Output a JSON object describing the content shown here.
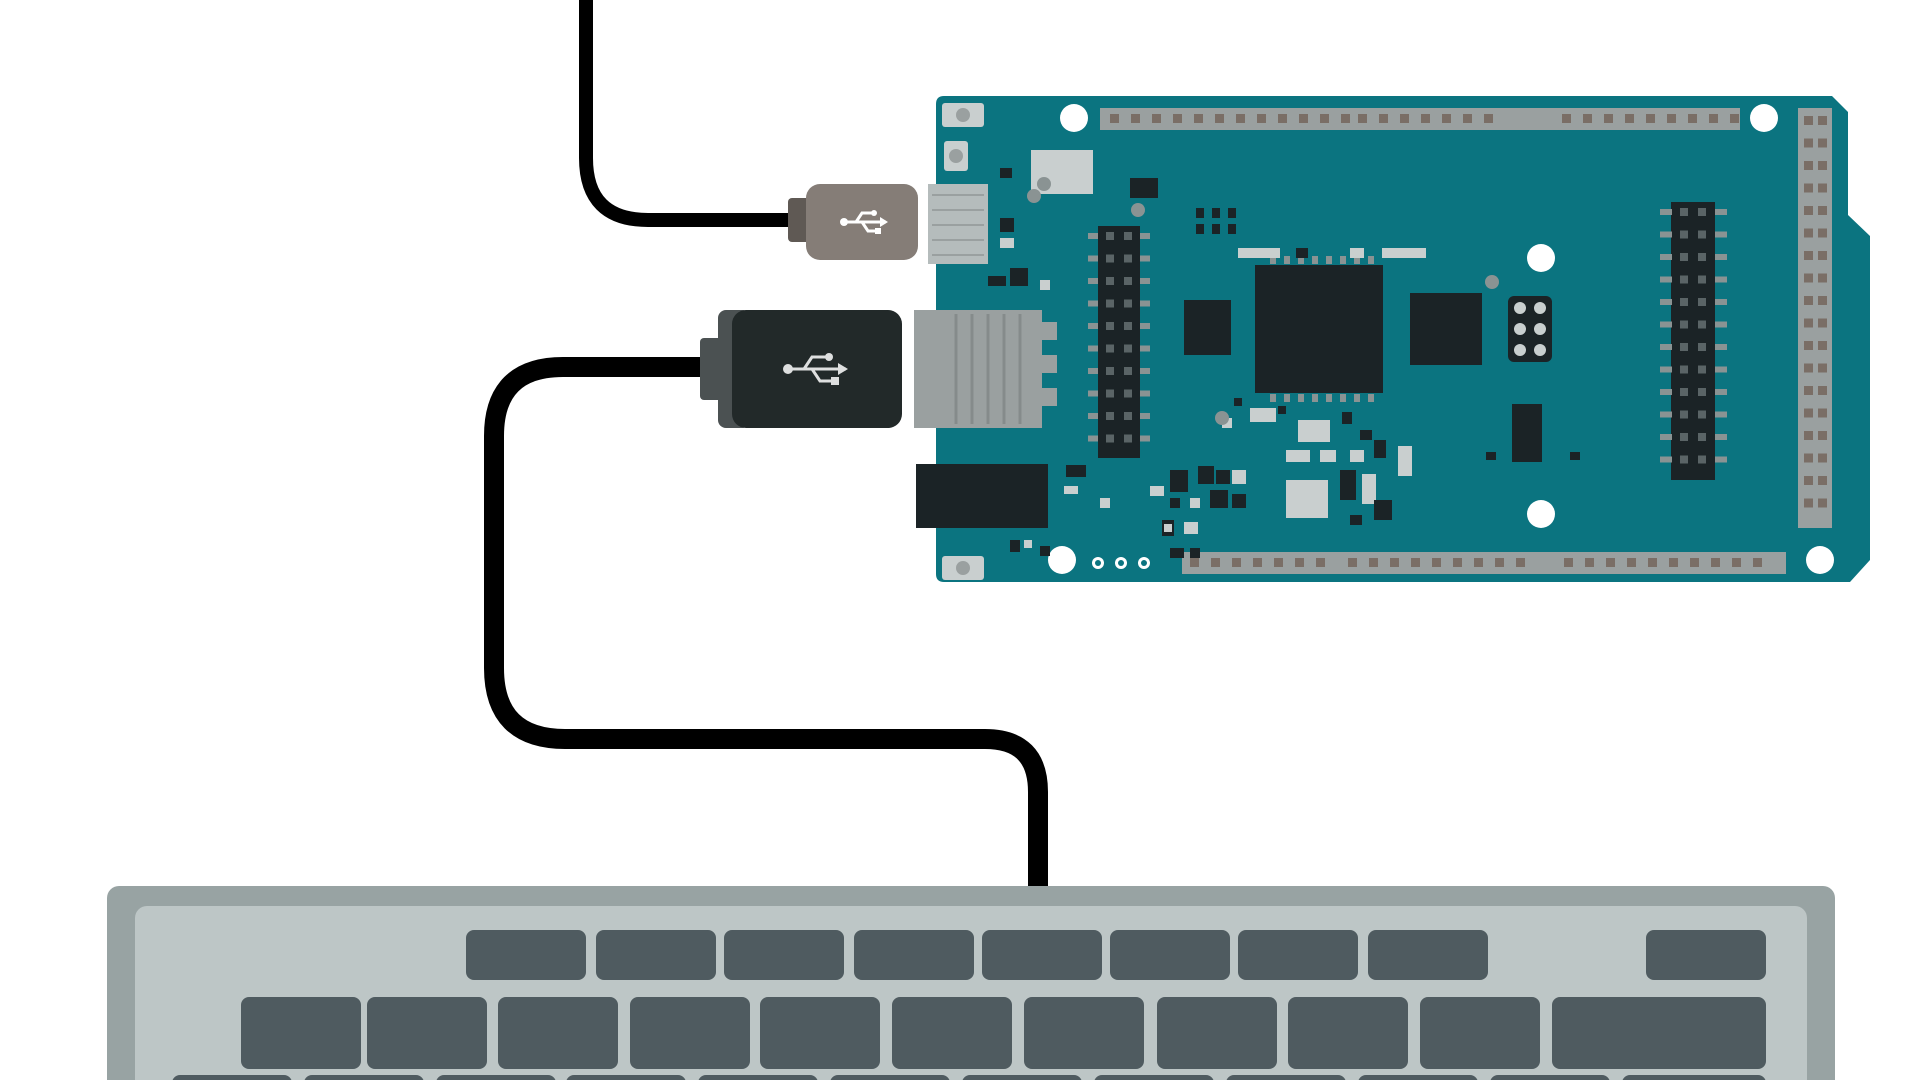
{
  "diagram": {
    "board": {
      "kind": "microcontroller-development-board",
      "pcb_color": "#0b7480",
      "header_color": "#1b2326",
      "chip_color": "#1b2326",
      "mounting_hole_color": "#ffffff",
      "header_strip_color": "#9aa0a0"
    },
    "cables": [
      {
        "id": "upper-cable",
        "connector": "micro-usb-plug",
        "connector_color": "#857d77",
        "usb_icon": "usb-symbol-icon",
        "cable_color": "#000000"
      },
      {
        "id": "lower-cable",
        "connector": "usb-a-plug",
        "connector_color": "#222929",
        "usb_icon": "usb-symbol-icon",
        "cable_color": "#000000",
        "connects_to": "keyboard"
      }
    ],
    "keyboard": {
      "body_color": "#98a3a3",
      "deck_color": "#bdc6c6",
      "key_color": "#4f5b60"
    }
  }
}
